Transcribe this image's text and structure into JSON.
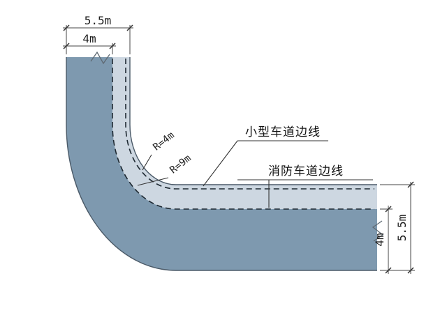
{
  "diagram": {
    "type": "fire-lane-turning-radius-plan",
    "colors": {
      "background": "#ffffff",
      "road_outer_band": "#cdd7e1",
      "fire_lane_band": "#7e99af",
      "edge_outline": "#4b5a68",
      "dashed_line": "#1f2a33",
      "dimension_line": "#444444"
    },
    "dimensions": {
      "top_outer": "5.5m",
      "top_inner": "4m",
      "right_inner": "4m",
      "right_outer": "5.5m"
    },
    "radius_labels": {
      "small_lane": "R=4m",
      "fire_lane": "R=9m"
    },
    "lane_labels": {
      "small_vehicle": "小型车道边线",
      "fire_lane": "消防车道边线"
    }
  }
}
